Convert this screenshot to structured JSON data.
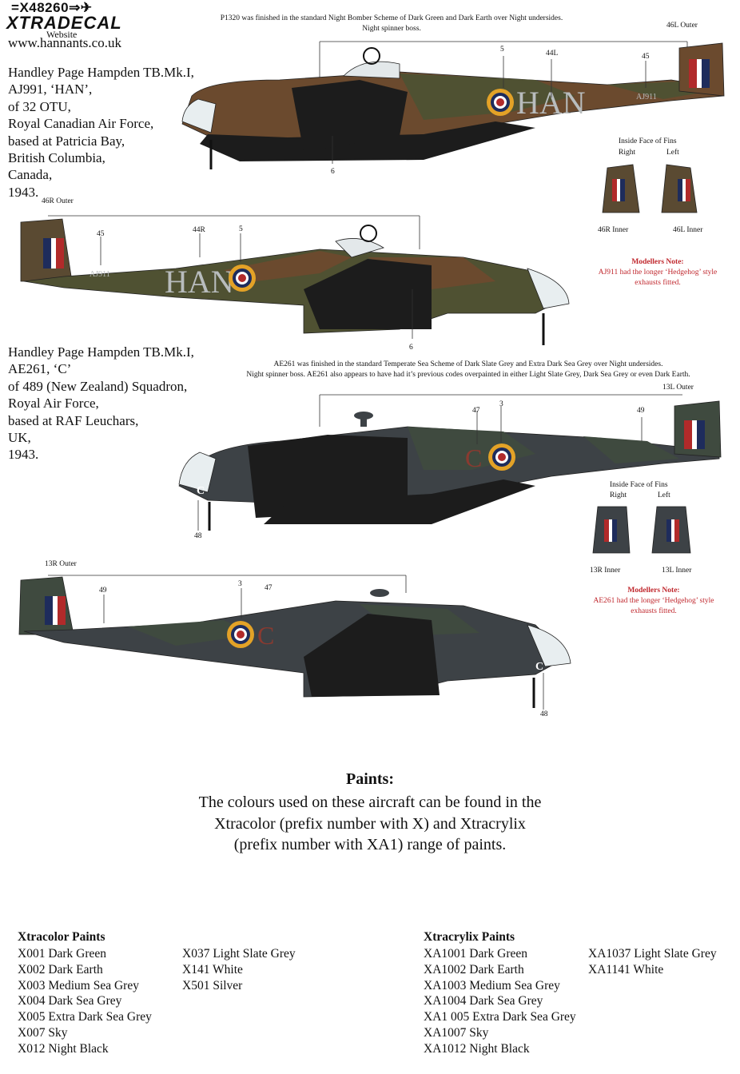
{
  "header": {
    "product_code": "X48260",
    "brand": "XTRADECAL",
    "website_label": "Website",
    "website_url": "www.hannants.co.uk"
  },
  "aircraft": [
    {
      "description_lines": [
        "Handley Page Hampden TB.Mk.I,",
        "AJ991, ‘HAN’,",
        "of 32 OTU,",
        "Royal Canadian Air Force,",
        "based at Patricia Bay,",
        "British Columbia,",
        "Canada,",
        "1943."
      ],
      "scheme_note": [
        "P1320 was finished in the standard Night Bomber Scheme of Dark Green and Dark Earth over Night undersides.",
        "Night spinner boss."
      ],
      "code_letters": "HAN",
      "serial": "AJ911",
      "fins_heading": "Inside Face of Fins",
      "fins_right": "Right",
      "fins_left": "Left",
      "fin_labels": [
        "46R Inner",
        "46L Inner"
      ],
      "callouts_left": [
        "46L Outer",
        "44L",
        "45",
        "5",
        "6"
      ],
      "callouts_right": [
        "46R Outer",
        "45",
        "44R",
        "5",
        "6"
      ],
      "modellers_note_heading": "Modellers Note:",
      "modellers_note_text": [
        "AJ911 had the longer ‘Hedgehog’ style",
        "exhausts fitted."
      ]
    },
    {
      "description_lines": [
        "Handley Page Hampden TB.Mk.I,",
        "AE261, ‘C’",
        "of 489 (New Zealand) Squadron,",
        "Royal Air Force,",
        "based at RAF Leuchars,",
        "UK,",
        "1943."
      ],
      "scheme_note": [
        "AE261 was finished in the standard Temperate Sea Scheme of Dark Slate Grey and Extra Dark Sea Grey over Night undersides.",
        "Night spinner boss.  AE261 also appears to have had it’s previous codes overpainted in either Light Slate Grey, Dark Sea Grey or even Dark Earth."
      ],
      "code_letter": "C",
      "fins_heading": "Inside Face of Fins",
      "fins_right": "Right",
      "fins_left": "Left",
      "fin_labels": [
        "13R Inner",
        "13L Inner"
      ],
      "callouts_left": [
        "13L Outer",
        "47",
        "3",
        "49",
        "48"
      ],
      "callouts_right": [
        "13R Outer",
        "49",
        "3",
        "47",
        "48"
      ],
      "modellers_note_heading": "Modellers Note:",
      "modellers_note_text": [
        "AE261 had the longer ‘Hedgehog’ style",
        "exhausts fitted."
      ]
    }
  ],
  "paints": {
    "title": "Paints:",
    "body_lines": [
      "The colours used on these aircraft can be found in the",
      "Xtracolor (prefix number with X) and Xtracrylix",
      "(prefix number with XA1) range of paints."
    ],
    "xtracolor_heading": "Xtracolor Paints",
    "xtracolor_col1": [
      "X001 Dark Green",
      "X002 Dark Earth",
      "X003 Medium Sea Grey",
      "X004 Dark Sea Grey",
      "X005 Extra Dark Sea Grey",
      "X007 Sky",
      "X012 Night Black"
    ],
    "xtracolor_col2": [
      "X037 Light Slate Grey",
      "X141 White",
      "X501 Silver"
    ],
    "xtracrylix_heading": "Xtracrylix Paints",
    "xtracrylix_col1": [
      "XA1001 Dark Green",
      "XA1002 Dark Earth",
      "XA1003 Medium Sea Grey",
      "XA1004 Dark Sea Grey",
      "XA1 005 Extra Dark Sea Grey",
      "XA1007 Sky",
      "XA1012 Night Black"
    ],
    "xtracrylix_col2": [
      "XA1037 Light Slate Grey",
      "XA1141 White"
    ]
  },
  "colors": {
    "dark_green": "#4f5132",
    "dark_earth": "#6b4a2e",
    "night": "#1c1c1c",
    "dark_slate_grey": "#3f4a3f",
    "extra_dark_sea_grey": "#3d4246",
    "roundel_yellow": "#e3a227",
    "roundel_blue": "#1e2c5c",
    "roundel_red": "#b12a2a",
    "note_red": "#c0272d"
  }
}
